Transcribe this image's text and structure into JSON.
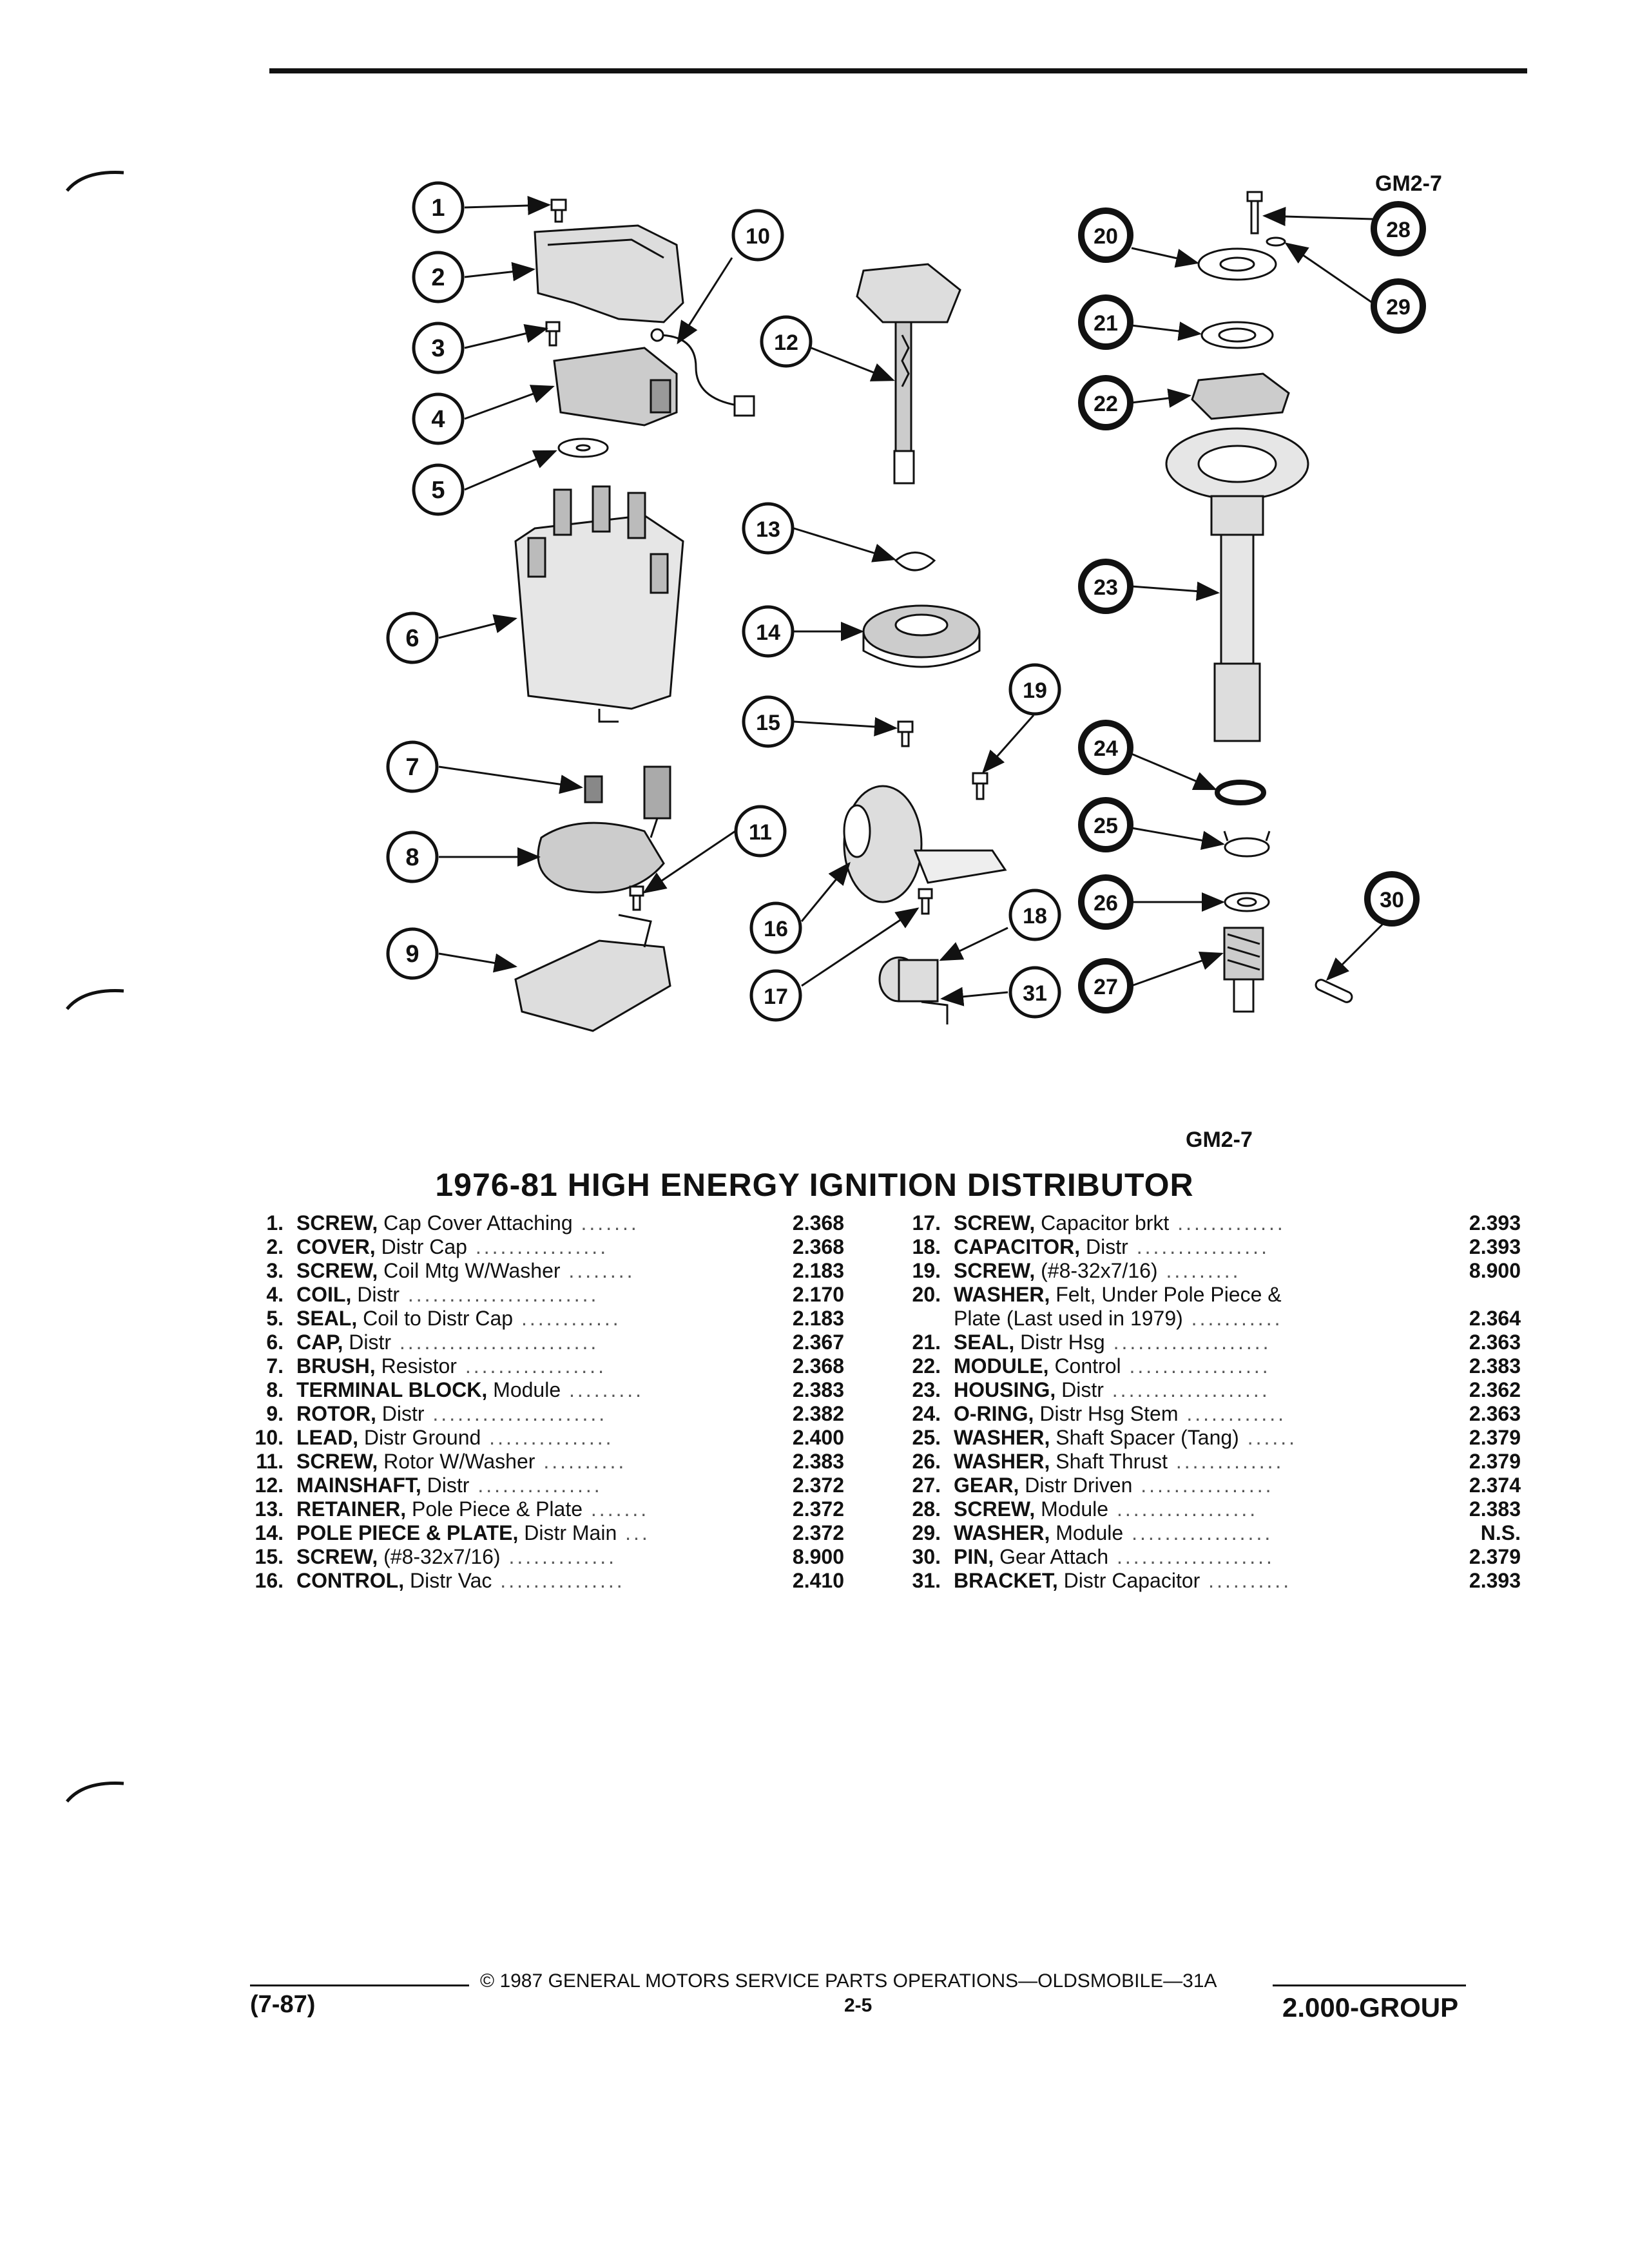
{
  "figure_code_top": "GM2-7",
  "figure_code_bottom": "GM2-7",
  "title": "1976-81 HIGH ENERGY IGNITION DISTRIBUTOR",
  "callouts": [
    "1",
    "2",
    "3",
    "4",
    "5",
    "6",
    "7",
    "8",
    "9",
    "10",
    "11",
    "12",
    "13",
    "14",
    "15",
    "16",
    "17",
    "18",
    "19",
    "20",
    "21",
    "22",
    "23",
    "24",
    "25",
    "26",
    "27",
    "28",
    "29",
    "30",
    "31"
  ],
  "parts_left": [
    {
      "num": "1.",
      "name": "SCREW,",
      "desc": " Cap Cover Attaching",
      "leader": " .......",
      "part": "2.368"
    },
    {
      "num": "2.",
      "name": "COVER,",
      "desc": " Distr Cap",
      "leader": " ................",
      "part": "2.368"
    },
    {
      "num": "3.",
      "name": "SCREW,",
      "desc": " Coil Mtg W/Washer",
      "leader": " ........",
      "part": "2.183"
    },
    {
      "num": "4.",
      "name": "COIL,",
      "desc": " Distr",
      "leader": " .......................",
      "part": "2.170"
    },
    {
      "num": "5.",
      "name": "SEAL,",
      "desc": " Coil to Distr Cap",
      "leader": " ............",
      "part": "2.183"
    },
    {
      "num": "6.",
      "name": "CAP,",
      "desc": " Distr",
      "leader": " ........................",
      "part": "2.367"
    },
    {
      "num": "7.",
      "name": "BRUSH,",
      "desc": " Resistor",
      "leader": " .................",
      "part": "2.368"
    },
    {
      "num": "8.",
      "name": "TERMINAL BLOCK,",
      "desc": " Module",
      "leader": " .........",
      "part": "2.383"
    },
    {
      "num": "9.",
      "name": "ROTOR,",
      "desc": " Distr",
      "leader": " .....................",
      "part": "2.382"
    },
    {
      "num": "10.",
      "name": "LEAD,",
      "desc": " Distr Ground",
      "leader": " ...............",
      "part": "2.400"
    },
    {
      "num": "11.",
      "name": "SCREW,",
      "desc": " Rotor W/Washer",
      "leader": " ..........",
      "part": "2.383"
    },
    {
      "num": "12.",
      "name": "MAINSHAFT,",
      "desc": " Distr",
      "leader": " ...............",
      "part": "2.372"
    },
    {
      "num": "13.",
      "name": "RETAINER,",
      "desc": " Pole Piece & Plate",
      "leader": " .......",
      "part": "2.372"
    },
    {
      "num": "14.",
      "name": "POLE PIECE & PLATE,",
      "desc": " Distr Main",
      "leader": " ...",
      "part": "2.372"
    },
    {
      "num": "15.",
      "name": "SCREW,",
      "desc": " (#8-32x7/16)",
      "leader": " .............",
      "part": "8.900"
    },
    {
      "num": "16.",
      "name": "CONTROL,",
      "desc": " Distr Vac",
      "leader": " ...............",
      "part": "2.410"
    }
  ],
  "parts_right": [
    {
      "num": "17.",
      "name": "SCREW,",
      "desc": " Capacitor brkt",
      "leader": " .............",
      "part": "2.393"
    },
    {
      "num": "18.",
      "name": "CAPACITOR,",
      "desc": " Distr",
      "leader": " ................",
      "part": "2.393"
    },
    {
      "num": "19.",
      "name": "SCREW,",
      "desc": " (#8-32x7/16)",
      "leader": " .........",
      "part": "8.900"
    },
    {
      "num": "20.",
      "name": "WASHER,",
      "desc": " Felt, Under Pole Piece &",
      "leader": "",
      "part": ""
    },
    {
      "num": "",
      "name": "",
      "desc": "Plate (Last used in 1979)",
      "leader": " ...........",
      "part": "2.364"
    },
    {
      "num": "21.",
      "name": "SEAL,",
      "desc": " Distr Hsg",
      "leader": " ...................",
      "part": "2.363"
    },
    {
      "num": "22.",
      "name": "MODULE,",
      "desc": " Control",
      "leader": " .................",
      "part": "2.383"
    },
    {
      "num": "23.",
      "name": "HOUSING,",
      "desc": " Distr",
      "leader": " ...................",
      "part": "2.362"
    },
    {
      "num": "24.",
      "name": "O-RING,",
      "desc": " Distr Hsg Stem",
      "leader": " ............",
      "part": "2.363"
    },
    {
      "num": "25.",
      "name": "WASHER,",
      "desc": " Shaft Spacer (Tang)",
      "leader": " ......",
      "part": "2.379"
    },
    {
      "num": "26.",
      "name": "WASHER,",
      "desc": " Shaft Thrust",
      "leader": " .............",
      "part": "2.379"
    },
    {
      "num": "27.",
      "name": "GEAR,",
      "desc": " Distr Driven",
      "leader": " ................",
      "part": "2.374"
    },
    {
      "num": "28.",
      "name": "SCREW,",
      "desc": " Module",
      "leader": " .................",
      "part": "2.383"
    },
    {
      "num": "29.",
      "name": "WASHER,",
      "desc": " Module",
      "leader": " .................",
      "part": "N.S."
    },
    {
      "num": "30.",
      "name": "PIN,",
      "desc": " Gear Attach",
      "leader": " ...................",
      "part": "2.379"
    },
    {
      "num": "31.",
      "name": "BRACKET,",
      "desc": " Distr Capacitor",
      "leader": " ..........",
      "part": "2.393"
    }
  ],
  "footer": {
    "date_code": "(7-87)",
    "copyright": "© 1987 GENERAL MOTORS SERVICE PARTS OPERATIONS—OLDSMOBILE—31A",
    "page": "2-5",
    "group": "2.000-GROUP"
  }
}
